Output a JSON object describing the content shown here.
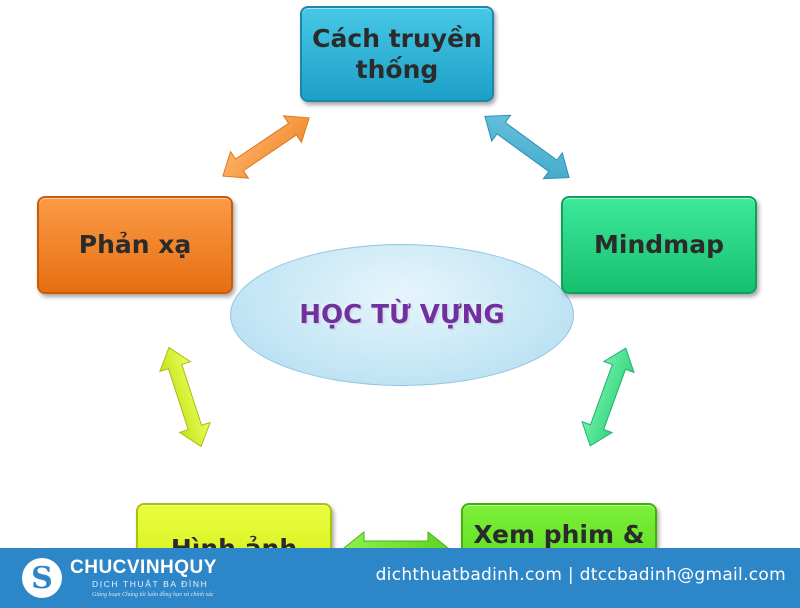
{
  "diagram": {
    "center": "HỌC TỪ VỰNG",
    "nodes": {
      "top": "Cách truyền thống",
      "left": "Phản xạ",
      "right": "Mindmap",
      "bottom_left": "Hình ảnh",
      "bottom_right": "Xem phim &"
    },
    "colors": {
      "top": "#2aabd6",
      "left": "#f3841f",
      "right": "#22d07f",
      "bottom_left": "#d9f022",
      "bottom_right": "#5fe01f",
      "center_text": "#7030a0"
    }
  },
  "footer": {
    "brand": "CHUCVINHQUY",
    "subtitle": "DỊCH THUẬT BA ĐÌNH",
    "slogan": "Giảng hoạn Chúng tôi luôn đồng hạn và chính xác",
    "contact": "dichthuatbadinh.com | dtccbadinh@gmail.com",
    "background": "#2c86c8"
  }
}
